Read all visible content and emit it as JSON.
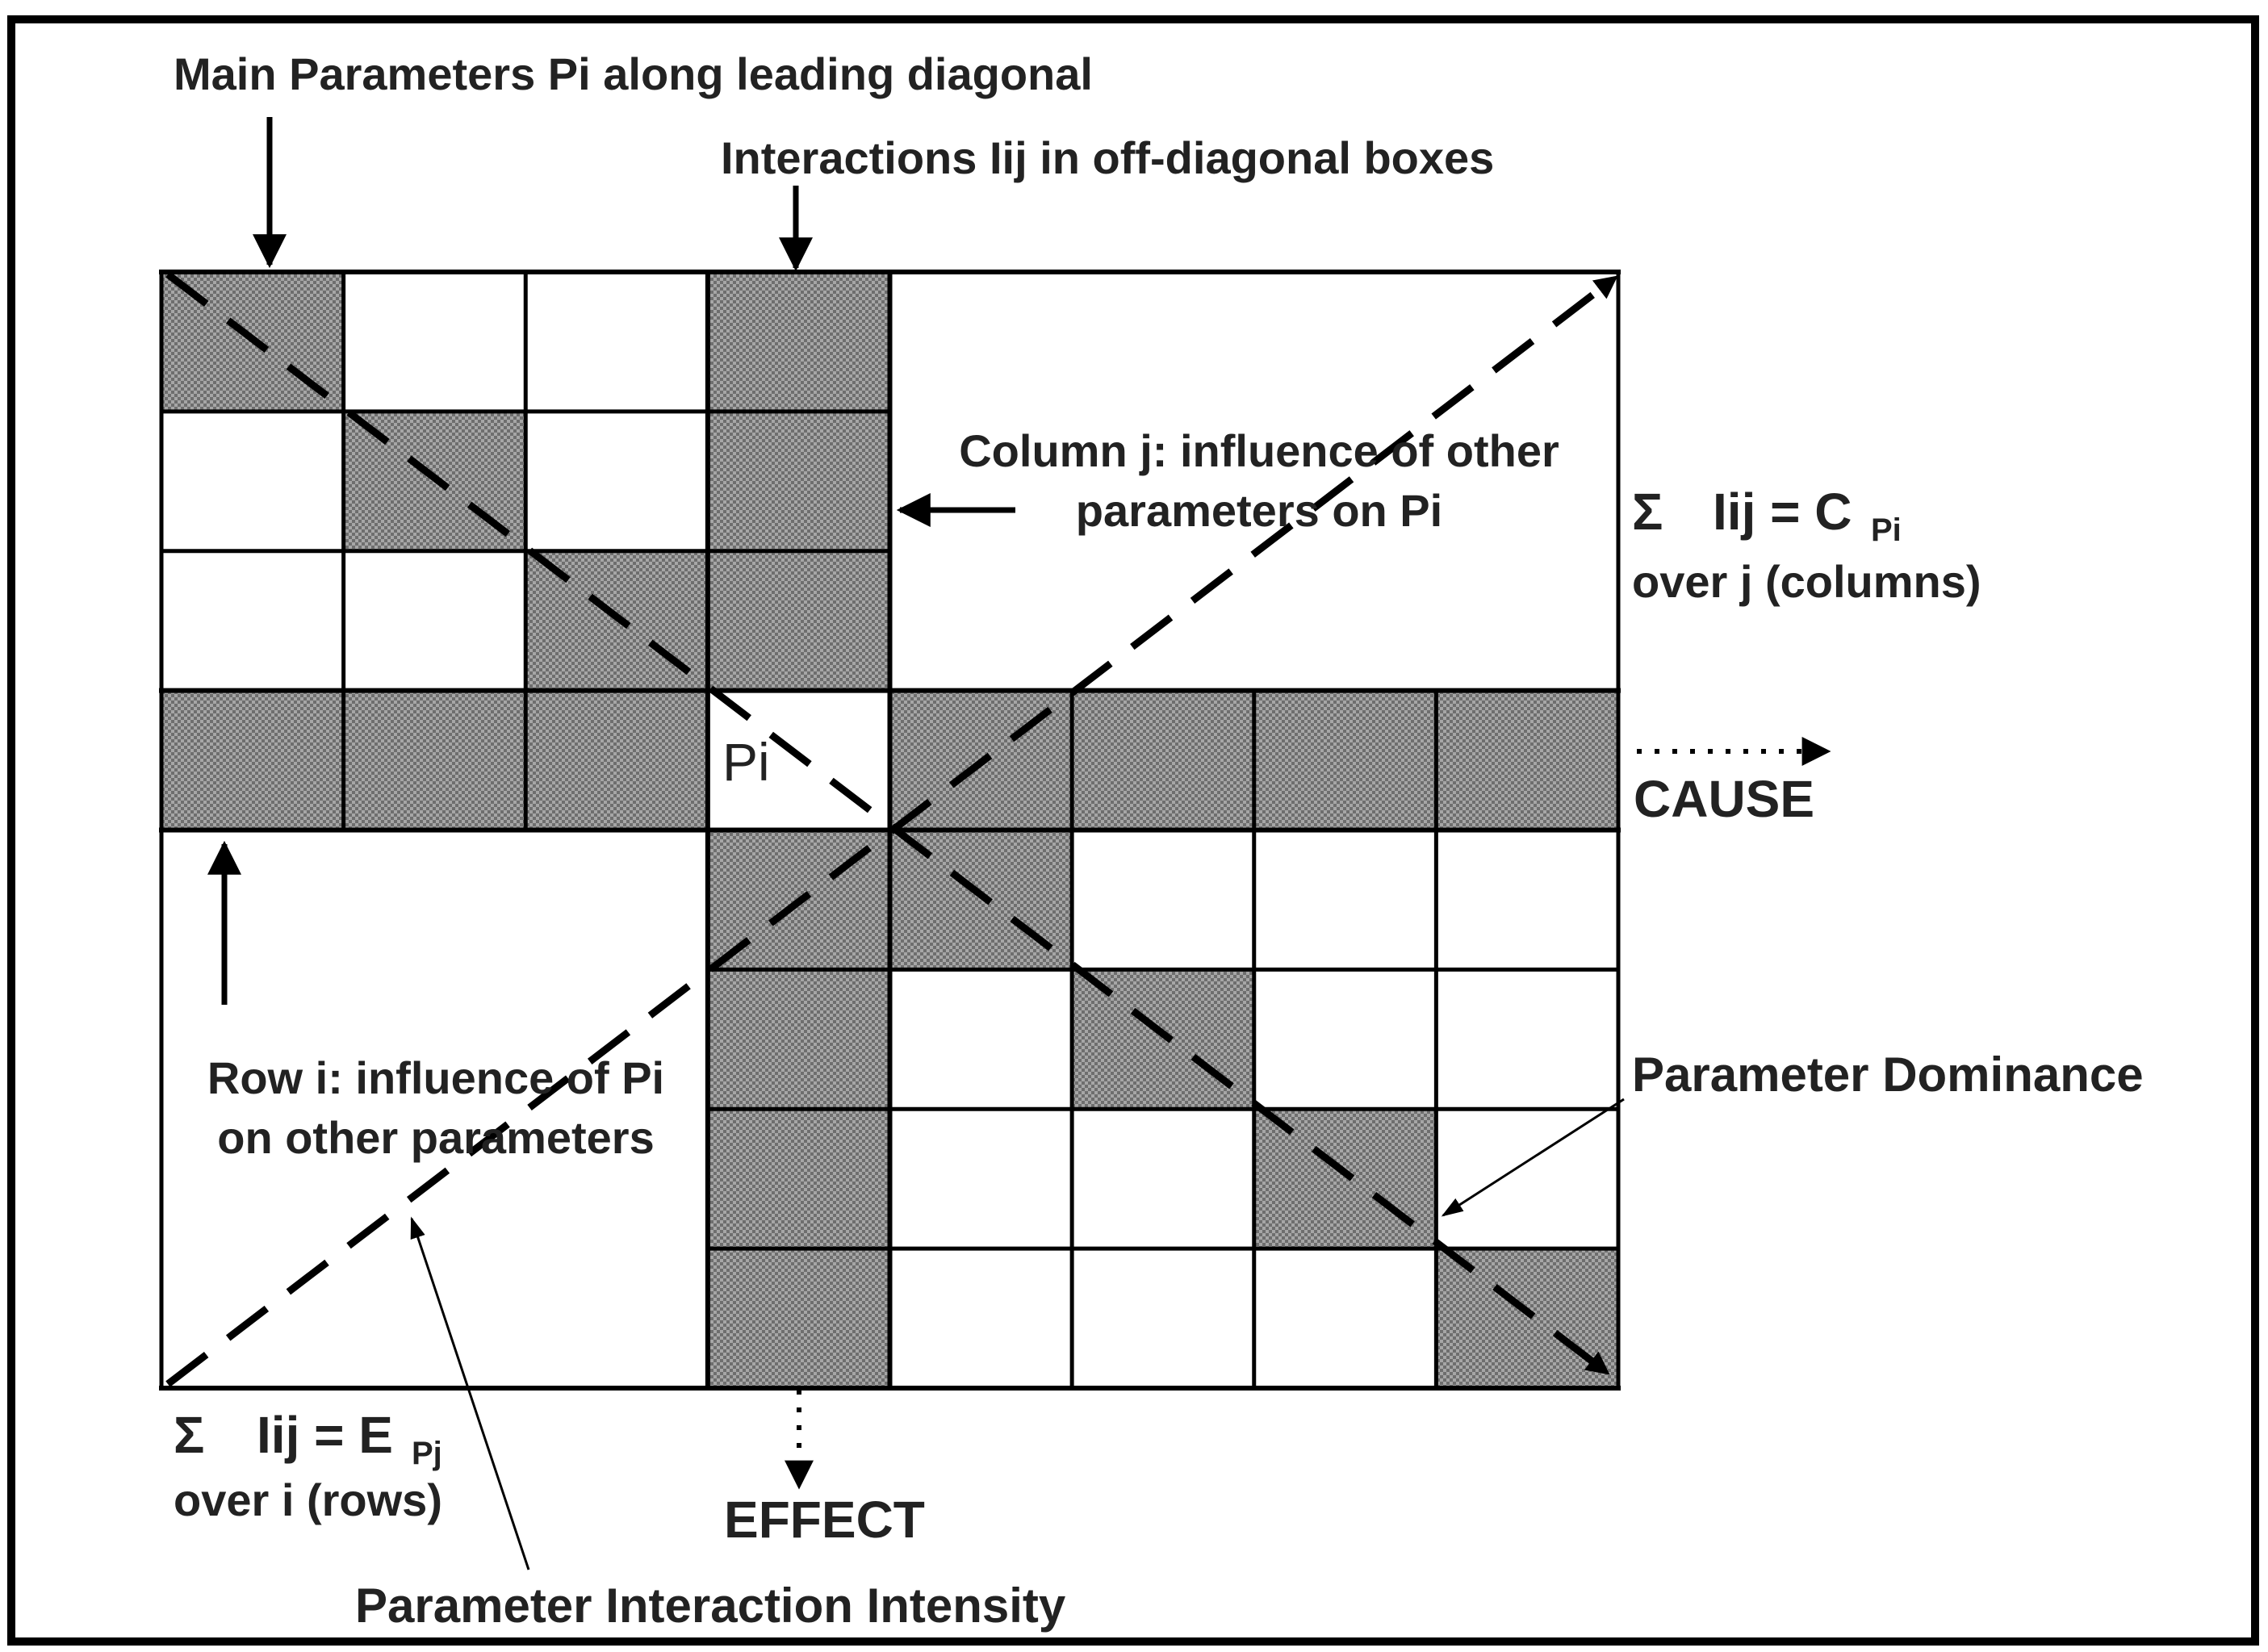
{
  "labels": {
    "main_parameters": "Main Parameters Pi along leading diagonal",
    "interactions": "Interactions Iij in off-diagonal boxes",
    "column_j_line1": "Column j: influence of other",
    "column_j_line2": "parameters on Pi",
    "sum_c_sigma": "Σ",
    "sum_c_expr": "Iij = C",
    "sum_c_sub": "Pi",
    "sum_c_over": "over j (columns)",
    "pi_cell": "Pi",
    "cause": "CAUSE",
    "row_i_line1": "Row i: influence of Pi",
    "row_i_line2": "on other parameters",
    "dominance": "Parameter Dominance",
    "sum_e_sigma": "Σ",
    "sum_e_expr": "Iij = E",
    "sum_e_sub": "Pj",
    "sum_e_over": "over i (rows)",
    "effect": "EFFECT",
    "intensity": "Parameter Interaction Intensity"
  },
  "matrix": {
    "size": 8,
    "parameter_row": 4,
    "parameter_column": 4,
    "shaded_color": "#8c8c8c",
    "line_color": "#000000"
  }
}
